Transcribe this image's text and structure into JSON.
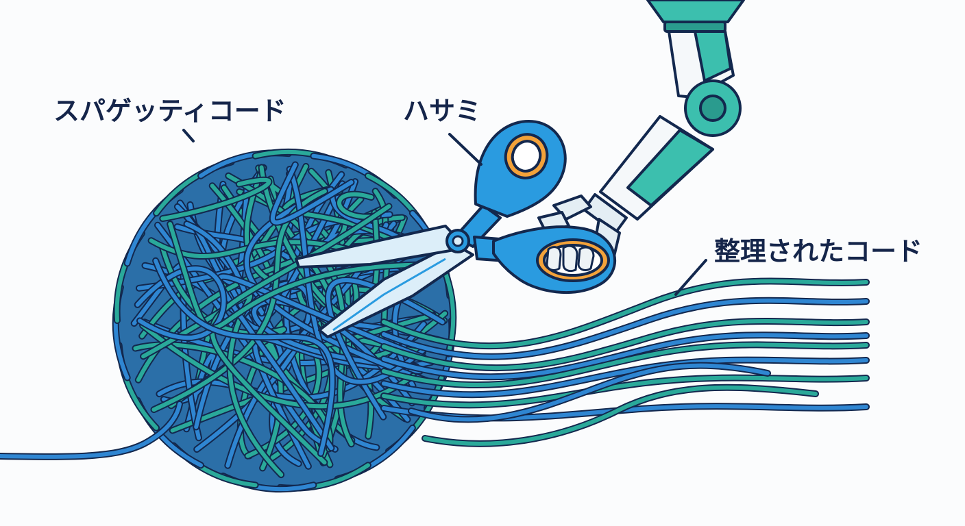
{
  "labels": {
    "spaghetti_code": "スパゲッティコード",
    "scissors": "ハサミ",
    "organized_code": "整理されたコード"
  },
  "colors": {
    "label_text": "#15254a",
    "outline": "#13284e",
    "strand_blue": "#2f86d2",
    "strand_teal": "#2aa99a",
    "ball_core": "#2b6fa8",
    "scissor_handle": "#2a9be0",
    "scissor_ring_inner": "#f3a23a",
    "blade": "#dceef9",
    "robot_body": "#3cbfae",
    "robot_light": "#f5f8fa"
  },
  "icons": {
    "tangled_ball": "spaghetti-ball-icon",
    "scissors": "scissors-icon",
    "robot_arm": "robot-arm-icon",
    "straight_strands": "organized-strands-icon"
  }
}
